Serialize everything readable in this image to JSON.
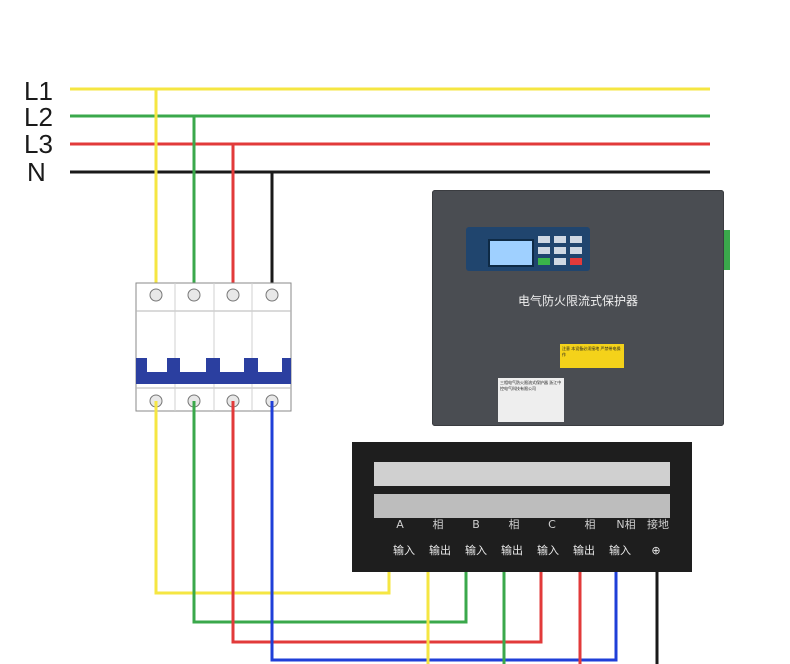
{
  "buses": [
    {
      "label": "L1",
      "color": "#f5e642"
    },
    {
      "label": "L2",
      "color": "#3aa84b"
    },
    {
      "label": "L3",
      "color": "#e23a3a"
    },
    {
      "label": "N",
      "color": "#1a1a1a"
    }
  ],
  "device": {
    "title": "电气防火限流式保护器",
    "warning_text": "注意 本设备必须接地 严禁带电操作",
    "plate_text": "三相电气防火限流式保护器 浙江中控电气科技有限公司"
  },
  "terminal_block": {
    "top_labels": [
      "A",
      "相",
      "B",
      "相",
      "C",
      "相",
      "N相",
      "接地"
    ],
    "bottom_labels": [
      "输入",
      "输出",
      "输入",
      "输出",
      "输入",
      "输出",
      "输入",
      "⊕"
    ]
  },
  "colors": {
    "yellow": "#f5e642",
    "green": "#3aa84b",
    "red": "#e23a3a",
    "blue": "#1f3fd8",
    "black": "#1a1a1a",
    "breaker_blue": "#2b3fa0"
  }
}
